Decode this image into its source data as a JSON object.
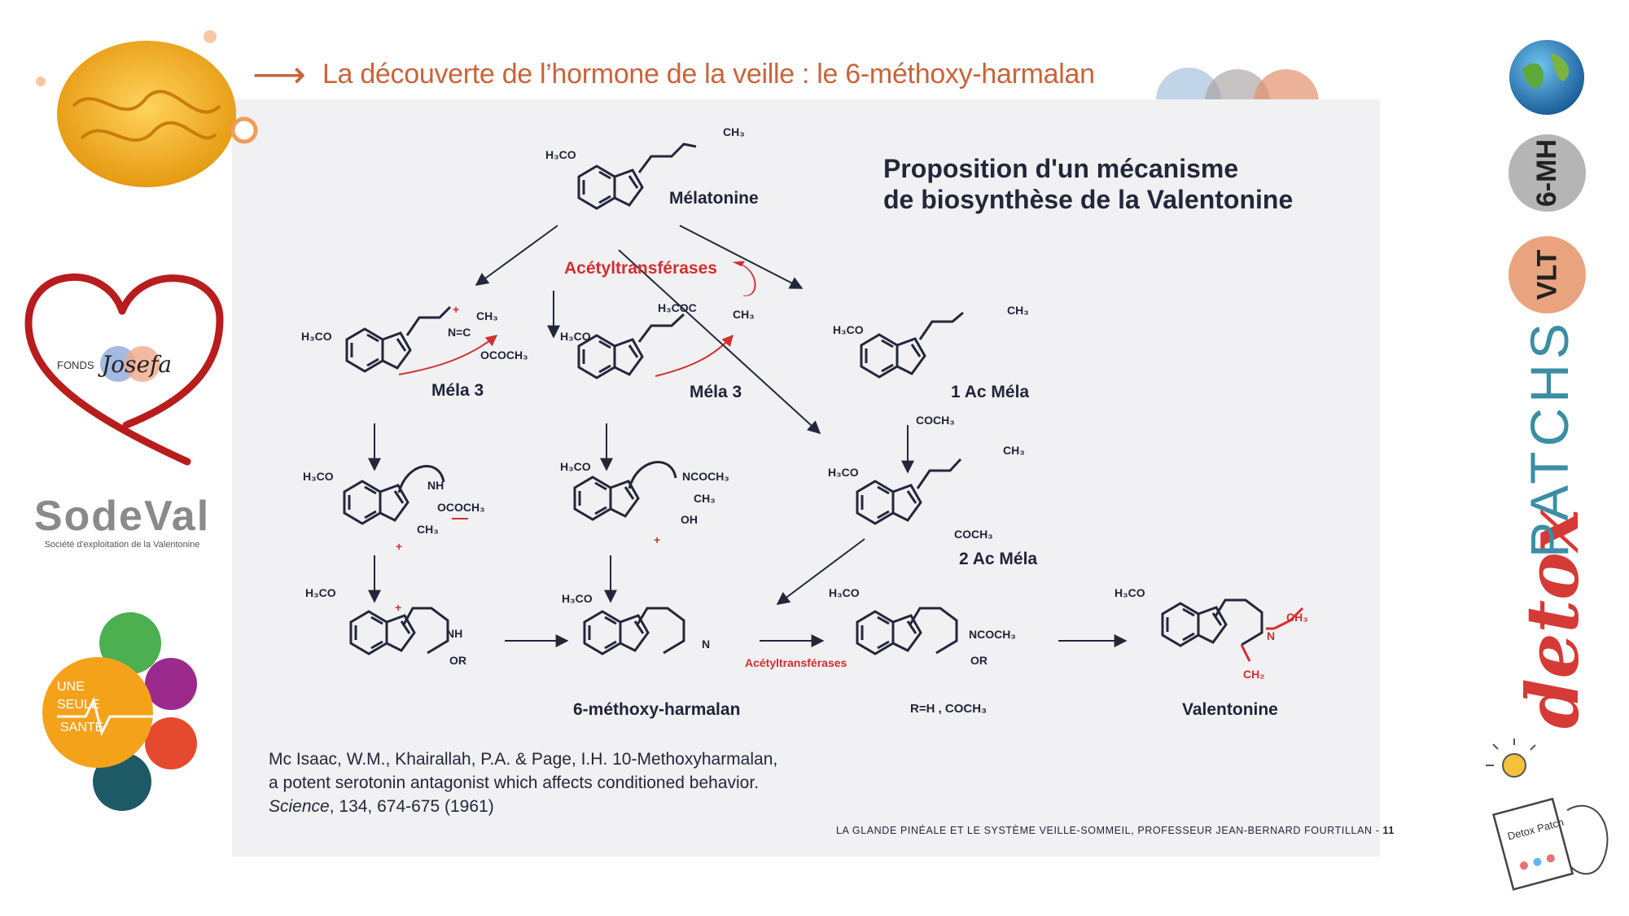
{
  "title": "La découverte de l’hormone de la veille : le 6-méthoxy-harmalan",
  "diagram_title_line1": "Proposition d'un mécanisme",
  "diagram_title_line2": "de biosynthèse de la Valentonine",
  "compounds": {
    "melatonine": "Mélatonine",
    "mela3_a": "Méla 3",
    "mela3_b": "Méla 3",
    "ac1": "1 Ac Méla",
    "ac2": "2 Ac Méla",
    "harmalan": "6-méthoxy-harmalan",
    "r_group": "R=H , COCH₃",
    "valentonine": "Valentonine"
  },
  "enzymes": {
    "top": "Acétyltransférases",
    "bottom": "Acétyltransférases"
  },
  "chem_labels": {
    "h3co": "H₃CO",
    "h3coc": "H₃COC",
    "ch3": "CH₃",
    "ococh3": "OCOCH₃",
    "coch3": "COCH₃",
    "ncoch3": "NCOCH₃",
    "nh": "NH",
    "n": "N",
    "h": "H",
    "c": "C",
    "o": "O",
    "oh": "OH",
    "or": "OR",
    "ch2": "CH₂",
    "plus": "+",
    "n_eq": "N=C"
  },
  "reference": {
    "line1": "Mc Isaac, W.M., Khairallah, P.A. & Page, I.H. 10-Methoxyharmalan,",
    "line2": "a potent serotonin antagonist which affects conditioned behavior.",
    "journal": "Science",
    "details": ", 134, 674-675 (1961)"
  },
  "footer_text": "LA GLANDE PINÉALE ET LE SYSTÈME VEILLE-SOMMEIL, PROFESSEUR JEAN-BERNARD FOURTILLAN - ",
  "footer_page": "11",
  "sidebar_left": {
    "fonds_label": "FONDS",
    "fonds_script": "Josefa",
    "sodeval_name": "SodeVal",
    "sodeval_tagline": "Société d'exploitation de la Valentonine",
    "une_seule_line1": "UNE",
    "une_seule_line2": "SEULE",
    "une_seule_line3": "SANTÉ"
  },
  "sidebar_right": {
    "pill_6mh": "6-MH",
    "pill_vlt": "VLT",
    "detox_word": "detox",
    "patchs_word": "PATCHS",
    "sketch_label": "Detox Patch"
  },
  "colors": {
    "accent": "#c9643a",
    "dark": "#23273a",
    "red": "#d32f2f",
    "panel": "#f1f0f3",
    "teal": "#3b8ea5"
  }
}
